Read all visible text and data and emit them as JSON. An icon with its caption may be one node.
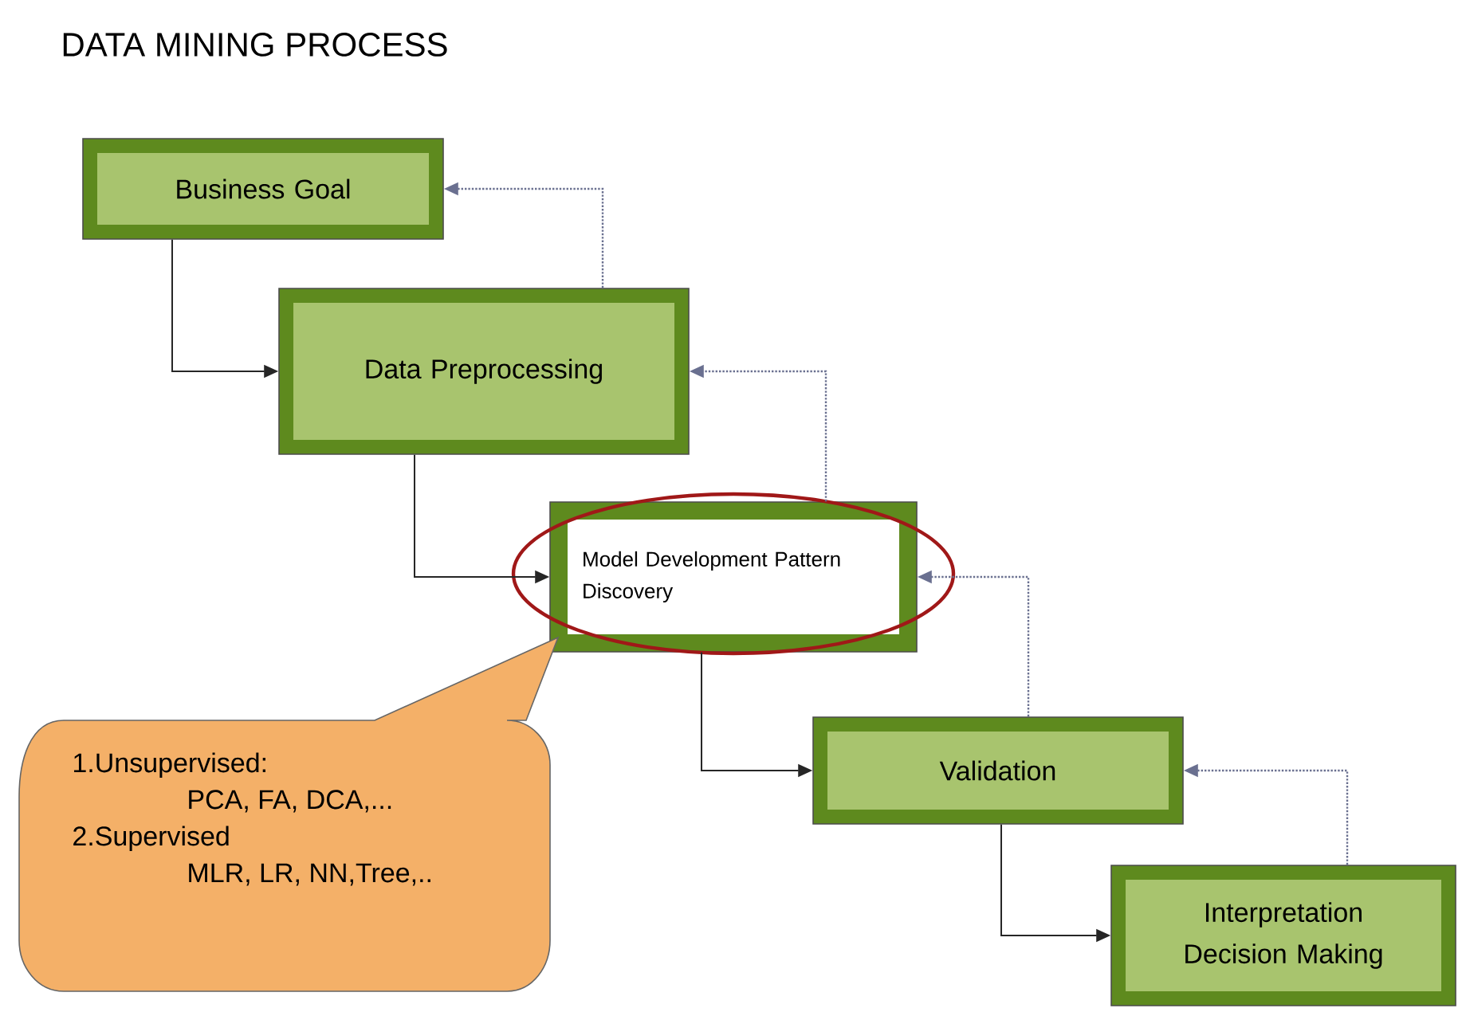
{
  "diagram": {
    "title": "DATA MINING PROCESS",
    "nodes": [
      {
        "text": [
          "Business Goal"
        ]
      },
      {
        "text": [
          "Data Preprocessing"
        ]
      },
      {
        "text": [
          "Model Development Pattern Discovery"
        ]
      },
      {
        "text": [
          "Validation"
        ]
      },
      {
        "text": [
          "Interpretation Decision Making"
        ]
      },
      {
        "text": [
          "1.Unsupervised:",
          "PCA, FA, DCA,...",
          "2.Supervised",
          "MLR, LR, NN,Tree,.."
        ]
      }
    ],
    "edges": [
      {
        "from": 0,
        "to": 1,
        "arrow": "to"
      },
      {
        "from": 1,
        "to": 2,
        "arrow": "to"
      },
      {
        "from": 2,
        "to": 3,
        "arrow": "to"
      },
      {
        "from": 3,
        "to": 4,
        "arrow": "to"
      },
      {
        "from": 1,
        "to": 0,
        "arrow": "to",
        "style": "dashed",
        "color": "#6a7090"
      },
      {
        "from": 2,
        "to": 1,
        "arrow": "to",
        "style": "dashed",
        "color": "#6a7090"
      },
      {
        "from": 3,
        "to": 2,
        "arrow": "to",
        "style": "dashed",
        "color": "#6a7090"
      },
      {
        "from": 4,
        "to": 3,
        "arrow": "to",
        "style": "dashed",
        "color": "#6a7090"
      }
    ]
  }
}
